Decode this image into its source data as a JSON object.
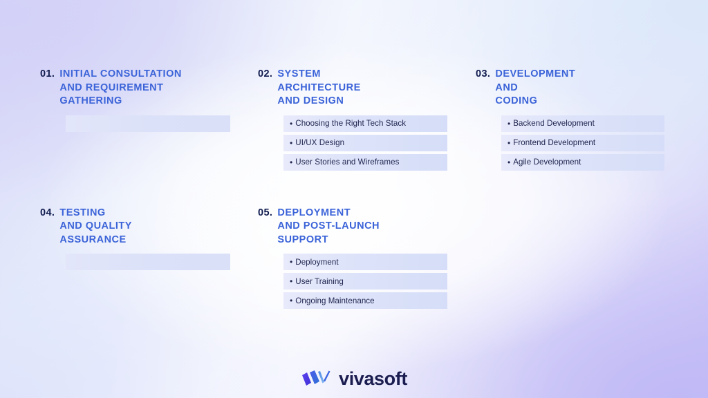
{
  "background": {
    "top_left": "#d3d1f7",
    "top_right": "#dbe8fa",
    "bottom_left": "#dfe4fb",
    "bottom_right": "#c0b9f6",
    "center": "#f7f8fe"
  },
  "colors": {
    "number": "#0f1b4e",
    "heading": "#3b63d8",
    "bar_text": "#20264f",
    "bar_bg_start": "#e8eafb",
    "bar_bg_end": "#d5ddf8",
    "logo_text": "#1b1d50",
    "logo_mark_purple": "#4b3ce0",
    "logo_mark_blue": "#3b63d8"
  },
  "steps": [
    {
      "number": "01.",
      "title": "INITIAL CONSULTATION\nAND REQUIREMENT\nGATHERING",
      "items": [
        ""
      ]
    },
    {
      "number": "02.",
      "title": "SYSTEM\nARCHITECTURE\nAND DESIGN",
      "items": [
        "Choosing the Right Tech Stack",
        "UI/UX Design",
        "User Stories and Wireframes"
      ]
    },
    {
      "number": "03.",
      "title": "DEVELOPMENT\nAND\nCODING",
      "items": [
        "Backend Development",
        "Frontend Development",
        "Agile Development"
      ]
    },
    {
      "number": "04.",
      "title": "TESTING\nAND QUALITY\nASSURANCE",
      "items": [
        ""
      ]
    },
    {
      "number": "05.",
      "title": "DEPLOYMENT\nAND POST-LAUNCH\nSUPPORT",
      "items": [
        "Deployment",
        "User Training",
        "Ongoing Maintenance"
      ]
    }
  ],
  "bullet_glyph": "•",
  "footer": {
    "logo_mark_name": "vivasoft-w-mark-icon",
    "logo_text": "vivasoft"
  }
}
